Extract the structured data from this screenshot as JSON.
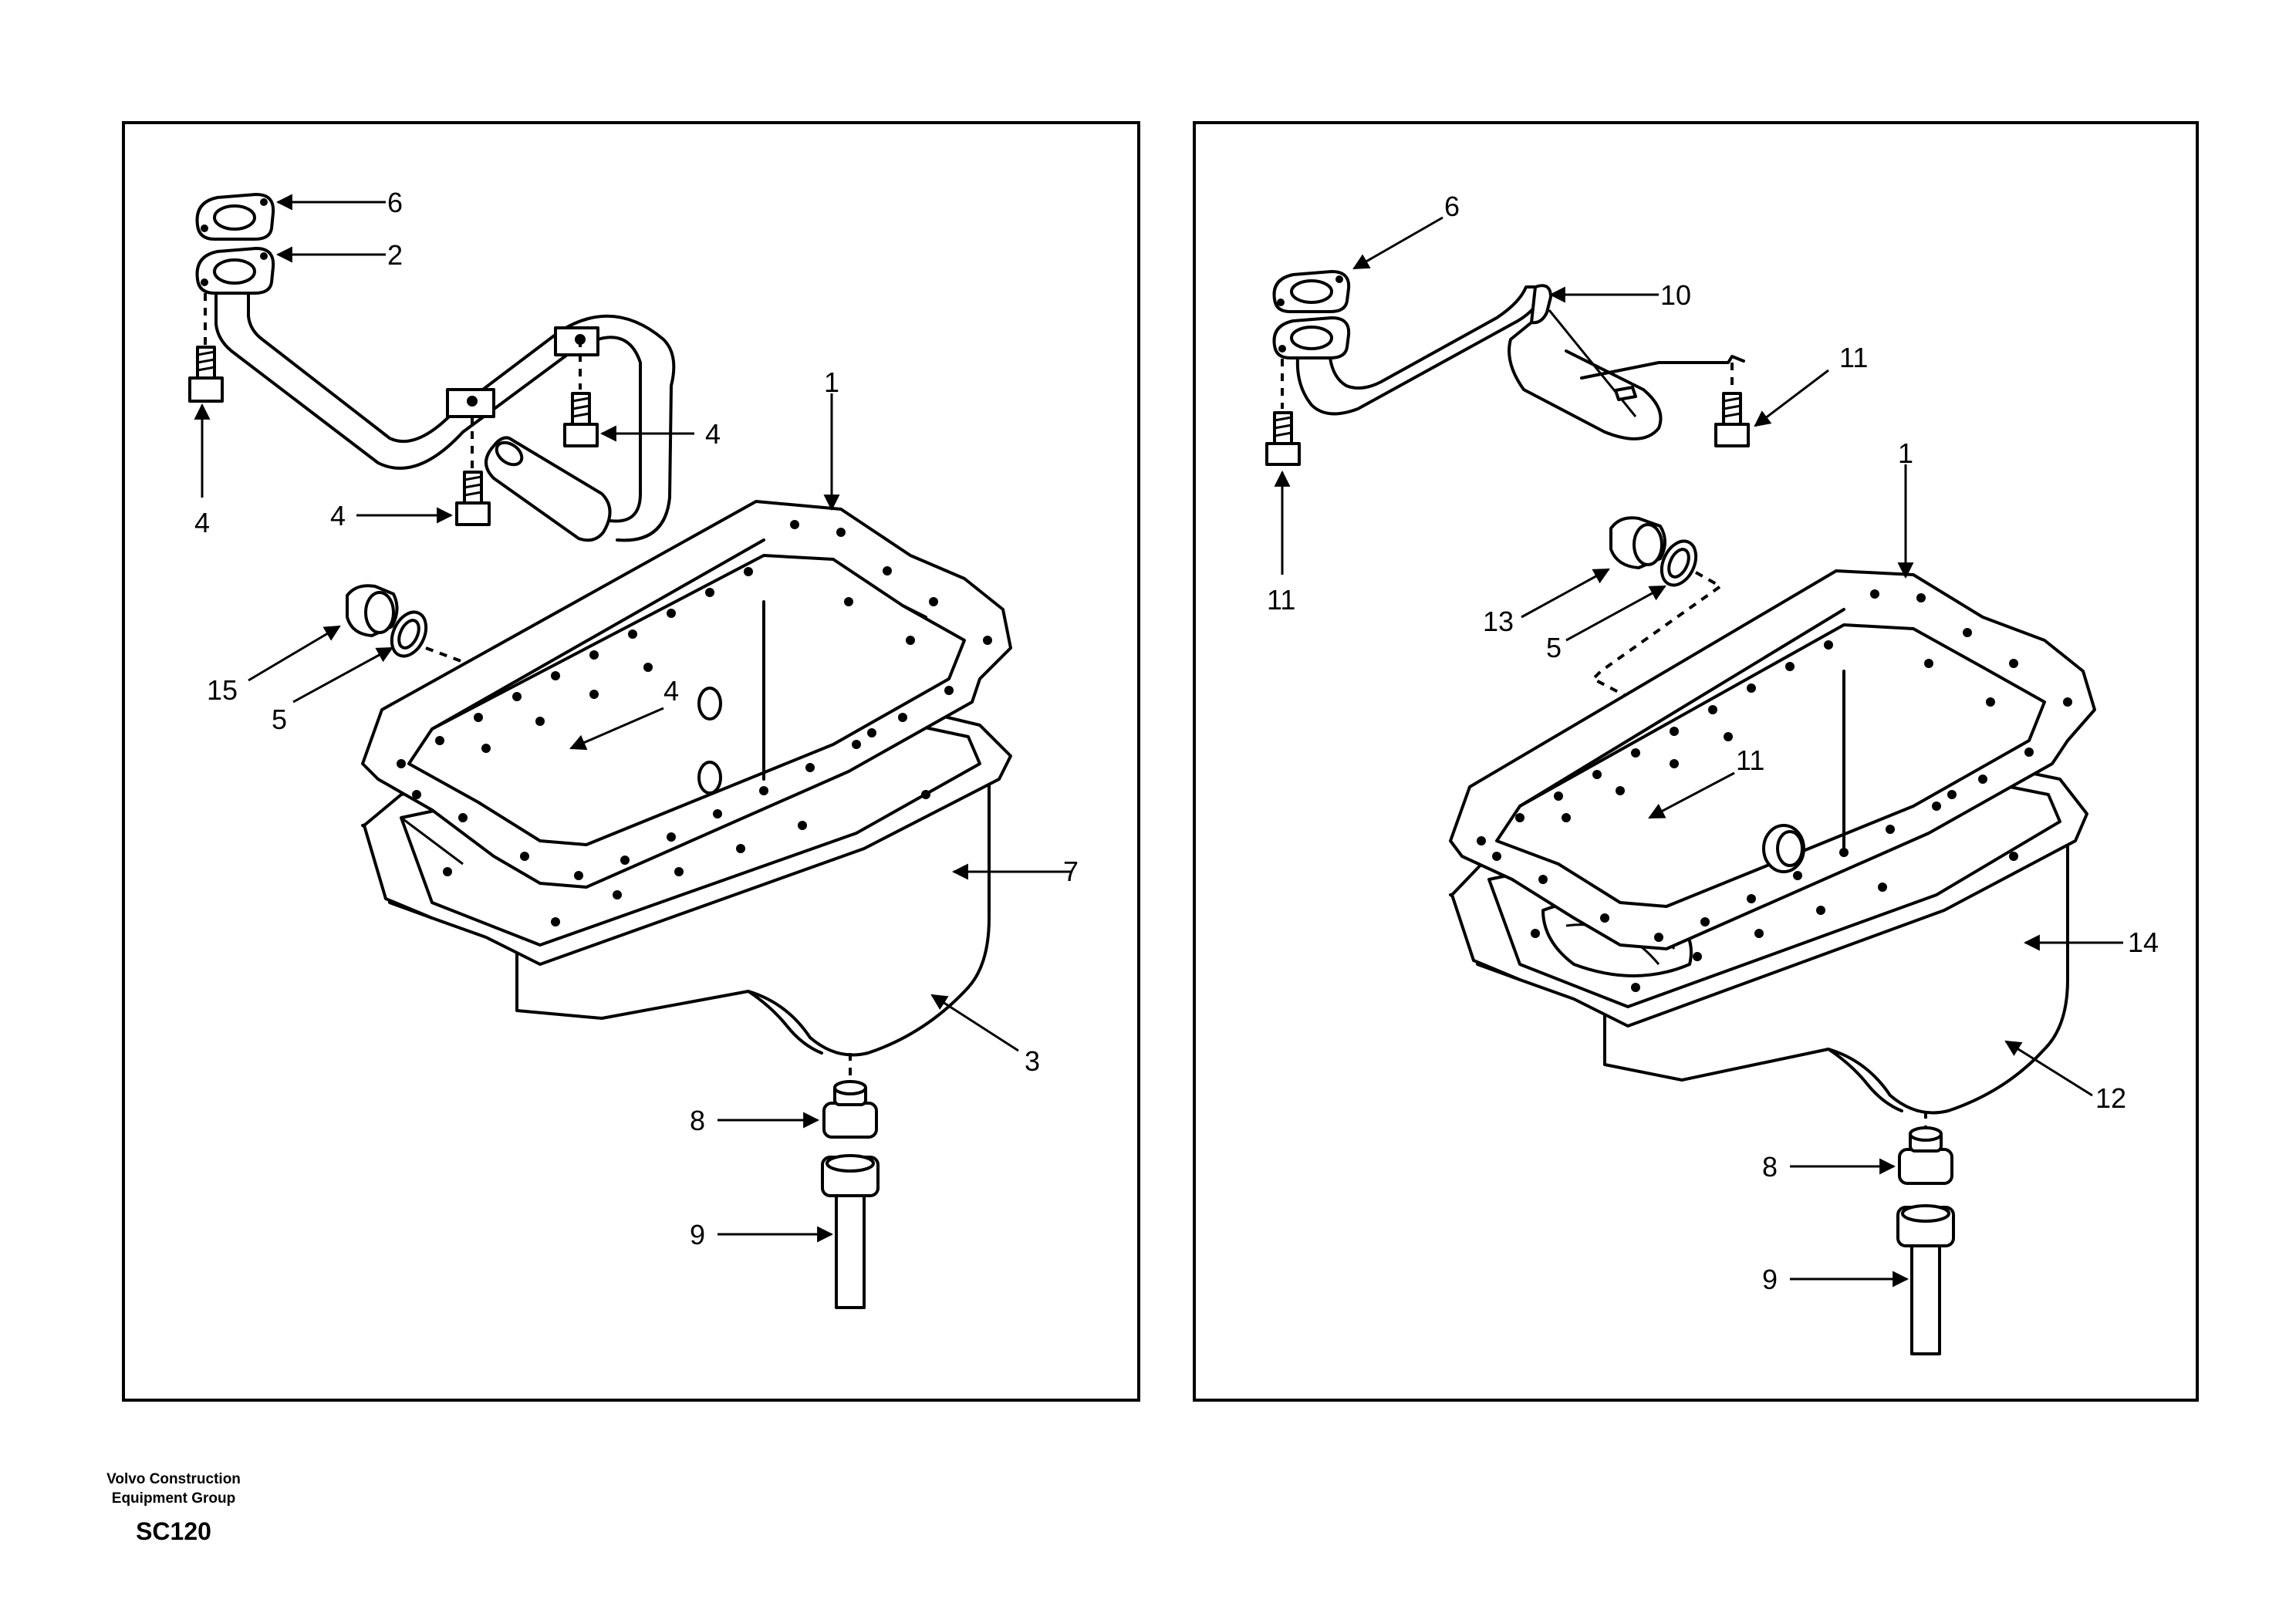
{
  "left_panel": {
    "callouts": {
      "c1": "1",
      "c2": "2",
      "c3": "3",
      "c4a": "4",
      "c4b": "4",
      "c4c": "4",
      "c4d": "4",
      "c5": "5",
      "c6": "6",
      "c7": "7",
      "c8": "8",
      "c9": "9",
      "c15": "15"
    }
  },
  "right_panel": {
    "callouts": {
      "c1": "1",
      "c5": "5",
      "c6": "6",
      "c8": "8",
      "c9": "9",
      "c10": "10",
      "c11a": "11",
      "c11b": "11",
      "c11c": "11",
      "c12": "12",
      "c13": "13",
      "c14": "14"
    }
  },
  "footer": {
    "company_line1": "Volvo Construction",
    "company_line2": "Equipment Group",
    "model": "SC120"
  }
}
